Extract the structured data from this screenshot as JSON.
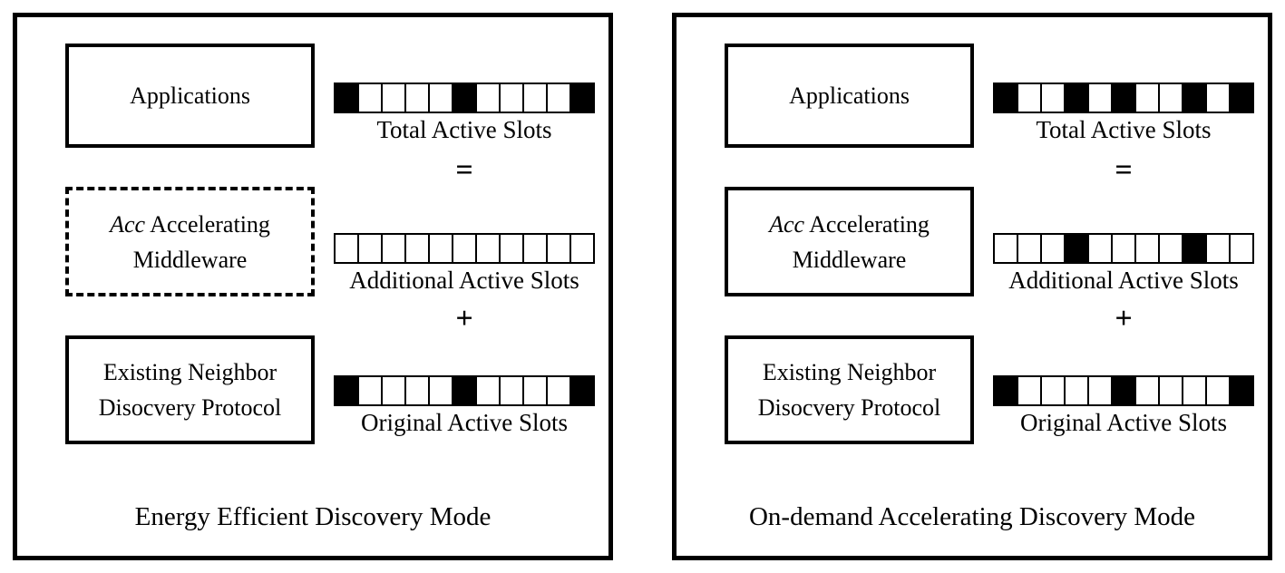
{
  "figure": {
    "operators": {
      "equals": "=",
      "plus": "+"
    }
  },
  "colors": {
    "slot_filled": "#000000",
    "slot_empty": "#ffffff",
    "border": "#000000",
    "background": "#ffffff"
  },
  "panels": [
    {
      "title": "Energy Efficient Discovery Mode",
      "boxes": {
        "applications": {
          "label": "Applications",
          "border": "solid"
        },
        "middleware": {
          "italic": "Acc",
          "label_rest": "Accelerating",
          "label2": "Middleware",
          "border": "dashed"
        },
        "protocol": {
          "label": "Existing Neighbor",
          "label2": "Disocvery Protocol",
          "border": "solid"
        }
      },
      "strips": {
        "total": {
          "caption": "Total Active Slots",
          "cells": [
            1,
            0,
            0,
            0,
            0,
            1,
            0,
            0,
            0,
            0,
            1
          ]
        },
        "additional": {
          "caption": "Additional Active Slots",
          "cells": [
            0,
            0,
            0,
            0,
            0,
            0,
            0,
            0,
            0,
            0,
            0
          ]
        },
        "original": {
          "caption": "Original Active Slots",
          "cells": [
            1,
            0,
            0,
            0,
            0,
            1,
            0,
            0,
            0,
            0,
            1
          ]
        }
      }
    },
    {
      "title": "On-demand Accelerating Discovery Mode",
      "boxes": {
        "applications": {
          "label": "Applications",
          "border": "solid"
        },
        "middleware": {
          "italic": "Acc",
          "label_rest": "Accelerating",
          "label2": "Middleware",
          "border": "solid"
        },
        "protocol": {
          "label": "Existing Neighbor",
          "label2": "Disocvery Protocol",
          "border": "solid"
        }
      },
      "strips": {
        "total": {
          "caption": "Total Active Slots",
          "cells": [
            1,
            0,
            0,
            1,
            0,
            1,
            0,
            0,
            1,
            0,
            1
          ]
        },
        "additional": {
          "caption": "Additional Active Slots",
          "cells": [
            0,
            0,
            0,
            1,
            0,
            0,
            0,
            0,
            1,
            0,
            0
          ]
        },
        "original": {
          "caption": "Original Active Slots",
          "cells": [
            1,
            0,
            0,
            0,
            0,
            1,
            0,
            0,
            0,
            0,
            1
          ]
        }
      }
    }
  ]
}
